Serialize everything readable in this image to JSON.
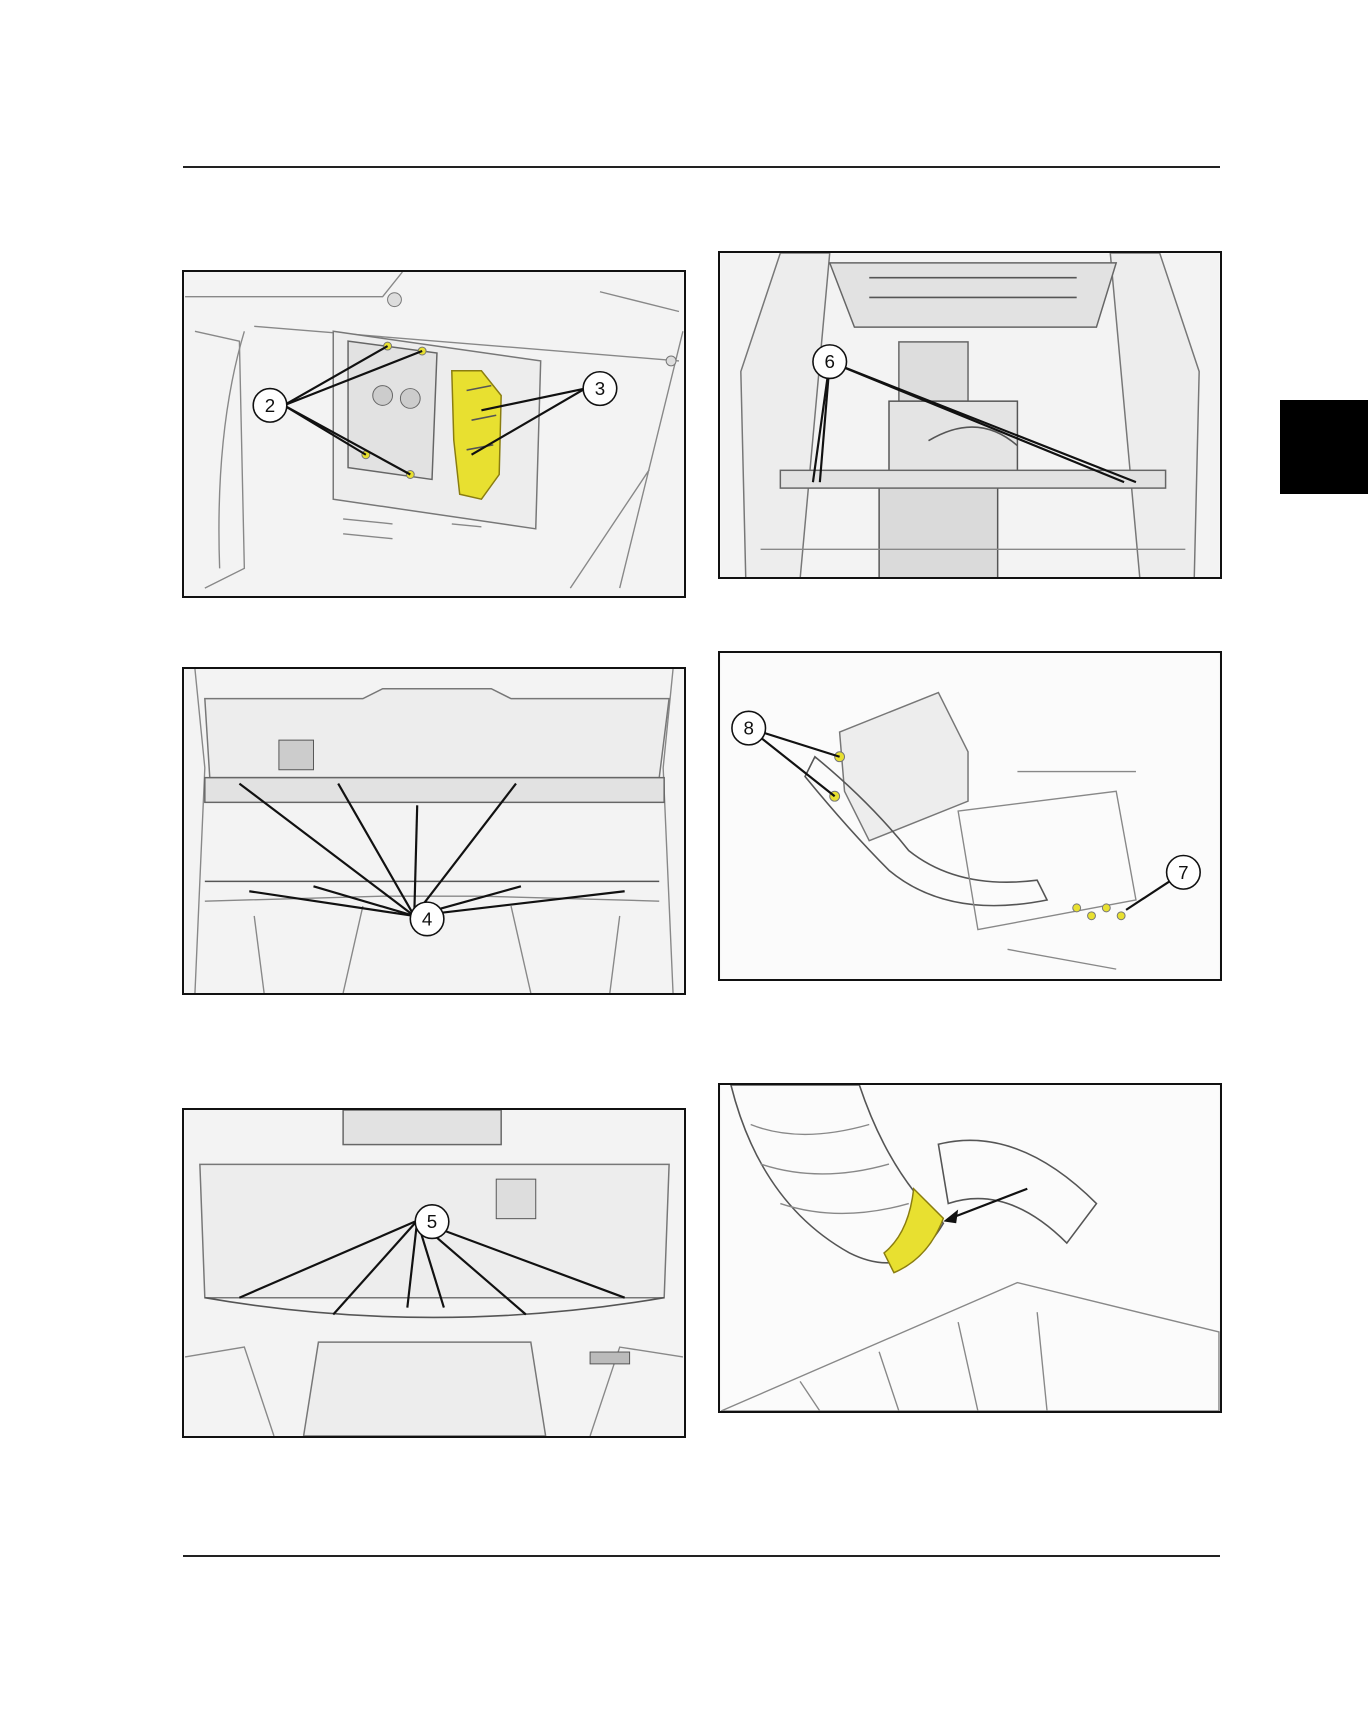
{
  "figures": {
    "fig1": {
      "callouts": [
        "2",
        "3"
      ]
    },
    "fig2": {
      "callouts": [
        "6"
      ]
    },
    "fig3": {
      "callouts": [
        "4"
      ]
    },
    "fig4": {
      "callouts": [
        "8",
        "7"
      ]
    },
    "fig5": {
      "callouts": [
        "5"
      ]
    },
    "fig6": {
      "callouts": []
    }
  },
  "colors": {
    "highlight": "#e8e030",
    "tab": "#000000",
    "rule": "#222222"
  }
}
